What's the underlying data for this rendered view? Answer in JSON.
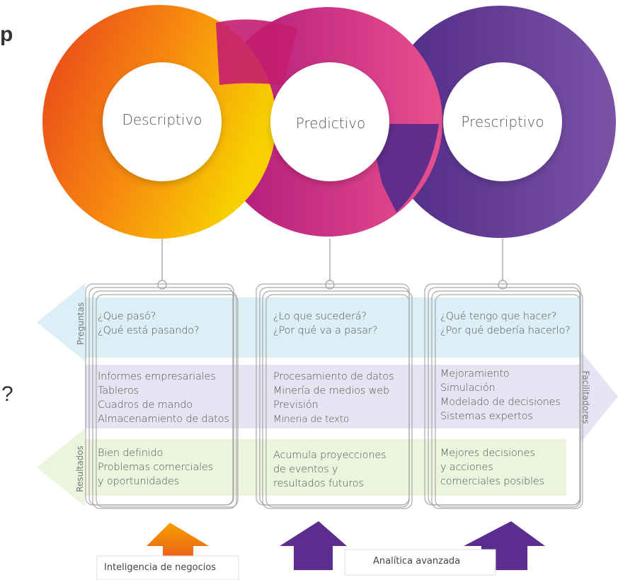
{
  "edge_fragments": [
    "p",
    "?"
  ],
  "stages": [
    {
      "name": "Descriptivo",
      "questions": [
        "¿Que pasó?",
        "¿Qué está pasando?"
      ],
      "enablers": [
        "Informes empresariales",
        "Tableros",
        "Cuadros de mando",
        "Almacenamiento de datos"
      ],
      "results": [
        "Bien definido",
        "Problemas comerciales",
        "y oportunidades"
      ]
    },
    {
      "name": "Predictivo",
      "questions": [
        "¿Lo que sucederá?",
        "¿Por qué va a pasar?"
      ],
      "enablers": [
        "Procesamiento de datos",
        "Minería de medios web",
        "Previsión",
        "Mineria de texto"
      ],
      "results": [
        "Acumula proyecciones",
        "de eventos y",
        "resultados futuros"
      ]
    },
    {
      "name": "Prescriptivo",
      "questions": [
        "¿Qué tengo que hacer?",
        "¿Por qué debería hacerlo?"
      ],
      "enablers": [
        "Mejoramiento",
        "Simulación",
        "Modelado de decisiones",
        "Sistemas expertos"
      ],
      "results": [
        "Mejores decisiones",
        "y acciones",
        "comerciales posibles"
      ]
    }
  ],
  "band_labels": {
    "questions": "Preguntas",
    "enablers": "Facilitadores",
    "results": "Resultados"
  },
  "bottom_labels": {
    "business_intelligence": "Inteligencia de negocios",
    "advanced_analytics": "Analítica avanzada"
  },
  "colors": {
    "descriptive": [
      "#e8401c",
      "#f7a800",
      "#f5d400"
    ],
    "predictive": [
      "#b8197a",
      "#e6458f"
    ],
    "prescriptive": [
      "#5b2d8e",
      "#7a4fa3"
    ],
    "band_questions": "#d6ecf5",
    "band_enablers": "#e4def0",
    "band_results": "#e9f2d8"
  }
}
